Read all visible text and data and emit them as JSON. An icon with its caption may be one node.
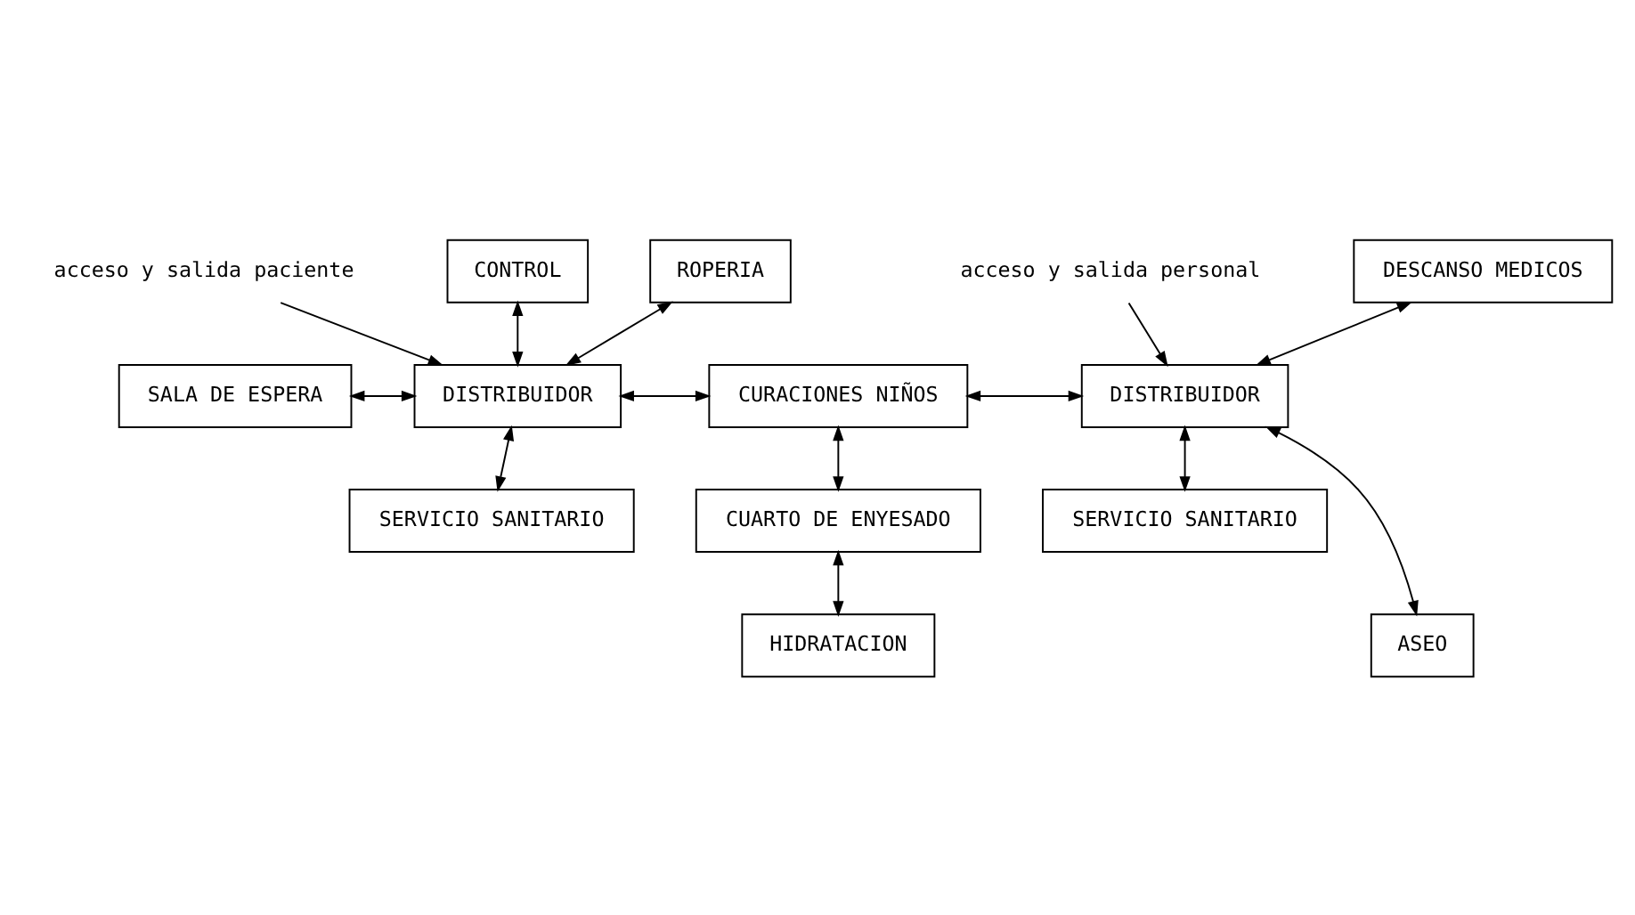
{
  "diagram": {
    "nodes": [
      {
        "text": [
          "acceso y salida paciente"
        ]
      },
      {
        "text": [
          "acceso y salida personal"
        ]
      },
      {
        "text": [
          "CONTROL"
        ]
      },
      {
        "text": [
          "ROPERIA"
        ]
      },
      {
        "text": [
          "DESCANSO MEDICOS"
        ]
      },
      {
        "text": [
          "SALA DE ESPERA"
        ]
      },
      {
        "text": [
          "DISTRIBUIDOR"
        ]
      },
      {
        "text": [
          "CURACIONES NIÑOS"
        ]
      },
      {
        "text": [
          "DISTRIBUIDOR"
        ]
      },
      {
        "text": [
          "SERVICIO SANITARIO"
        ]
      },
      {
        "text": [
          "CUARTO DE ENYESADO"
        ]
      },
      {
        "text": [
          "SERVICIO SANITARIO"
        ]
      },
      {
        "text": [
          "HIDRATACION"
        ]
      },
      {
        "text": [
          "ASEO"
        ]
      }
    ],
    "edges": [
      {
        "from": 0,
        "to": 6,
        "arrow": "to"
      },
      {
        "from": 1,
        "to": 8,
        "arrow": "to"
      },
      {
        "from": 2,
        "to": 6,
        "arrow": "both"
      },
      {
        "from": 3,
        "to": 6,
        "arrow": "both"
      },
      {
        "from": 5,
        "to": 6,
        "arrow": "both"
      },
      {
        "from": 6,
        "to": 7,
        "arrow": "both"
      },
      {
        "from": 6,
        "to": 9,
        "arrow": "both"
      },
      {
        "from": 7,
        "to": 8,
        "arrow": "both"
      },
      {
        "from": 4,
        "to": 8,
        "arrow": "both"
      },
      {
        "from": 7,
        "to": 10,
        "arrow": "both"
      },
      {
        "from": 10,
        "to": 12,
        "arrow": "both"
      },
      {
        "from": 8,
        "to": 11,
        "arrow": "both"
      },
      {
        "from": 8,
        "to": 13,
        "arrow": "both"
      }
    ]
  }
}
